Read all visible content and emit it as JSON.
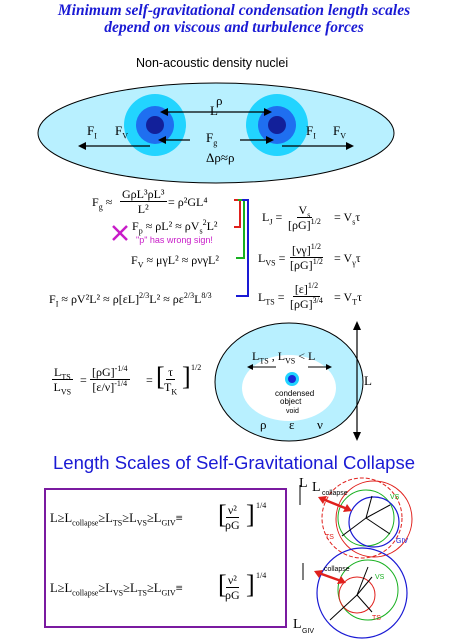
{
  "title": {
    "line1": "Minimum self-gravitational condensation length scales",
    "line2": "depend on viscous and turbulence forces"
  },
  "nuclei": {
    "label": "Non-acoustic density nuclei",
    "rho": "ρ",
    "L": "L",
    "Fg": "F",
    "Fg_sub": "g",
    "drho": "Δρ≈ρ",
    "FI": "F",
    "FI_sub": "I",
    "FV": "F",
    "FV_sub": "V"
  },
  "forces": {
    "fg_lhs": "F",
    "fg_sub": "g",
    "fg_approx": "≈",
    "fg_num": "GρL³ρL³",
    "fg_den": "L²",
    "fg_rhs": "= ρ²GL⁴",
    "fp_line": "F",
    "fp_sub": "p",
    "fp_rest": "≈ ρL² ≈ ρV",
    "fp_tail": "L²",
    "wrong_sign": "\"p\" has wrong sign!",
    "cross": "×",
    "fv_line": "F",
    "fv_sub": "V",
    "fv_rest": "≈ μγL² ≈ ρνγL²",
    "fi_line": "F",
    "fi_sub": "I",
    "fi_rest": "≈ ρV²L² ≈ ρ[εL]",
    "fi_tail": "L² ≈ ρε",
    "fi_tail2": "L"
  },
  "scales": {
    "LJ": "L",
    "LJ_sub": "J",
    "LJ_num": "V",
    "LJ_num_sub": "s",
    "LJ_den": "[ρG]",
    "LJ_den_sup": "1/2",
    "LJ_rhs": "= V",
    "LJ_rhs_sub": "s",
    "LJ_tau": "τ",
    "LVS": "L",
    "LVS_sub": "VS",
    "LVS_num": "[νγ]",
    "LVS_num_sup": "1/2",
    "LVS_den": "[ρG]",
    "LVS_den_sup": "1/2",
    "LVS_rhs": "= V",
    "LVS_rhs_sub": "γ",
    "LVS_tau": "τ",
    "LTS": "L",
    "LTS_sub": "TS",
    "LTS_num": "[ε]",
    "LTS_num_sup": "1/2",
    "LTS_den": "[ρG]",
    "LTS_den_sup": "3/4",
    "LTS_rhs": "= V",
    "LTS_rhs_sub": "T",
    "LTS_tau": "τ"
  },
  "ratio": {
    "lhs_num": "L",
    "lhs_num_sub": "TS",
    "lhs_den": "L",
    "lhs_den_sub": "VS",
    "mid_num": "[ρG]",
    "mid_num_sup": "-1/4",
    "mid_den": "[ε/ν]",
    "mid_den_sup": "-1/4",
    "rhs_num": "τ",
    "rhs_den": "T",
    "rhs_den_sub": "K",
    "rhs_sup": "1/2"
  },
  "condensed": {
    "top_label": "L",
    "top_sub1": "TS",
    "comma": " , L",
    "top_sub2": "VS",
    "lt": " < L",
    "center1": "condensed",
    "center2": "object",
    "void": "void",
    "rho": "ρ",
    "eps": "ε",
    "nu": "ν",
    "L": "L"
  },
  "section_title": "Length Scales of Self-Gravitational Collapse",
  "ineq1": {
    "text": "L≥L",
    "collapse": "collapse",
    "mid": "≥L",
    "ts": "TS",
    "mid2": "≥L",
    "vs": "VS",
    "mid3": "≥L",
    "giv": "GIV",
    "eq": "≡",
    "num": "ν²",
    "den": "ρG",
    "sup": "1/4"
  },
  "ineq2": {
    "text": "L≥L",
    "collapse": "collapse",
    "mid": "≥L",
    "vs": "VS",
    "mid2": "≥L",
    "ts": "TS",
    "mid3": "≥L",
    "giv": "GIV",
    "eq": "≡",
    "num": "ν²",
    "den": "ρG",
    "sup": "1/4"
  },
  "diag1": {
    "L": "L",
    "Lc": "L",
    "collapse": "collapse",
    "vs": "VS",
    "ts": "TS",
    "giv": "GIV"
  },
  "diag2": {
    "L": "L",
    "collapse": "collapse",
    "vs": "VS",
    "ts": "TS",
    "giv": "GIV"
  },
  "colors": {
    "title": "#1a1ad4",
    "cyan": "#b8f0ff",
    "mid": "#22d4ff",
    "dark": "#1a2ad8",
    "red": "#e0201c",
    "green": "#18b020",
    "purple": "#7a1aa0",
    "blue": "#1a1ad4"
  }
}
